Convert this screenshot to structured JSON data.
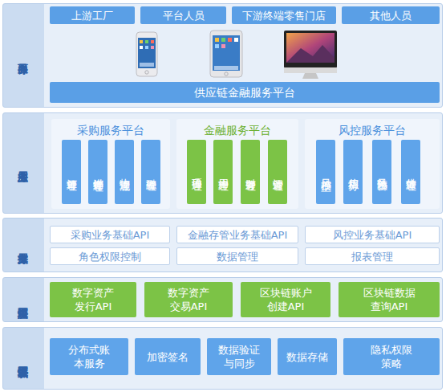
{
  "diagram": {
    "nodes": [
      {
        "text": [
          "服务界面"
        ]
      },
      {
        "text": [
          "上游工厂"
        ],
        "in": 0
      },
      {
        "text": [
          "平台人员"
        ],
        "in": 0
      },
      {
        "text": [
          "下游终端零售门店"
        ],
        "in": 0
      },
      {
        "text": [
          "其他人员"
        ],
        "in": 0
      },
      {
        "text": [
          "供应链金融服务平台"
        ],
        "in": 0
      },
      {
        "text": [
          "业务应用层"
        ]
      },
      {
        "text": [
          "采购服务平台"
        ],
        "in": 6
      },
      {
        "text": [
          "订单管理"
        ],
        "in": 7
      },
      {
        "text": [
          "进销存管理"
        ],
        "in": 7
      },
      {
        "text": [
          "物流管理"
        ],
        "in": 7
      },
      {
        "text": [
          "融资管理"
        ],
        "in": 7
      },
      {
        "text": [
          "金融服务平台"
        ],
        "in": 6
      },
      {
        "text": [
          "项目管理"
        ],
        "in": 12
      },
      {
        "text": [
          "用户管理"
        ],
        "in": 12
      },
      {
        "text": [
          "财务管理"
        ],
        "in": 12
      },
      {
        "text": [
          "运营管理"
        ],
        "in": 12
      },
      {
        "text": [
          "风控服务平台"
        ],
        "in": 6
      },
      {
        "text": [
          "风控模型"
        ],
        "in": 17
      },
      {
        "text": [
          "信用积分"
        ],
        "in": 17
      },
      {
        "text": [
          "风险预警"
        ],
        "in": 17
      },
      {
        "text": [
          "借款管理"
        ],
        "in": 17
      },
      {
        "text": [
          "业务支撑层"
        ]
      },
      {
        "text": [
          "采购业务基础API"
        ],
        "in": 22
      },
      {
        "text": [
          "金融存管业务基础API"
        ],
        "in": 22
      },
      {
        "text": [
          "风控业务基础API"
        ],
        "in": 22
      },
      {
        "text": [
          "角色权限控制"
        ],
        "in": 22
      },
      {
        "text": [
          "数据管理"
        ],
        "in": 22
      },
      {
        "text": [
          "报表管理"
        ],
        "in": 22
      },
      {
        "text": [
          "区块链应用层"
        ]
      },
      {
        "text": [
          "数字资产发行API"
        ],
        "in": 29
      },
      {
        "text": [
          "数字资产交易API"
        ],
        "in": 29
      },
      {
        "text": [
          "区块链账户创建API"
        ],
        "in": 29
      },
      {
        "text": [
          "区块链数据查询API"
        ],
        "in": 29
      },
      {
        "text": [
          "底层区块链协议层"
        ]
      },
      {
        "text": [
          "分布式账本服务"
        ],
        "in": 34
      },
      {
        "text": [
          "加密签名"
        ],
        "in": 34
      },
      {
        "text": [
          "数据验证与同步"
        ],
        "in": 34
      },
      {
        "text": [
          "数据存储"
        ],
        "in": 34
      },
      {
        "text": [
          "隐私权限策略"
        ],
        "in": 34
      }
    ]
  }
}
